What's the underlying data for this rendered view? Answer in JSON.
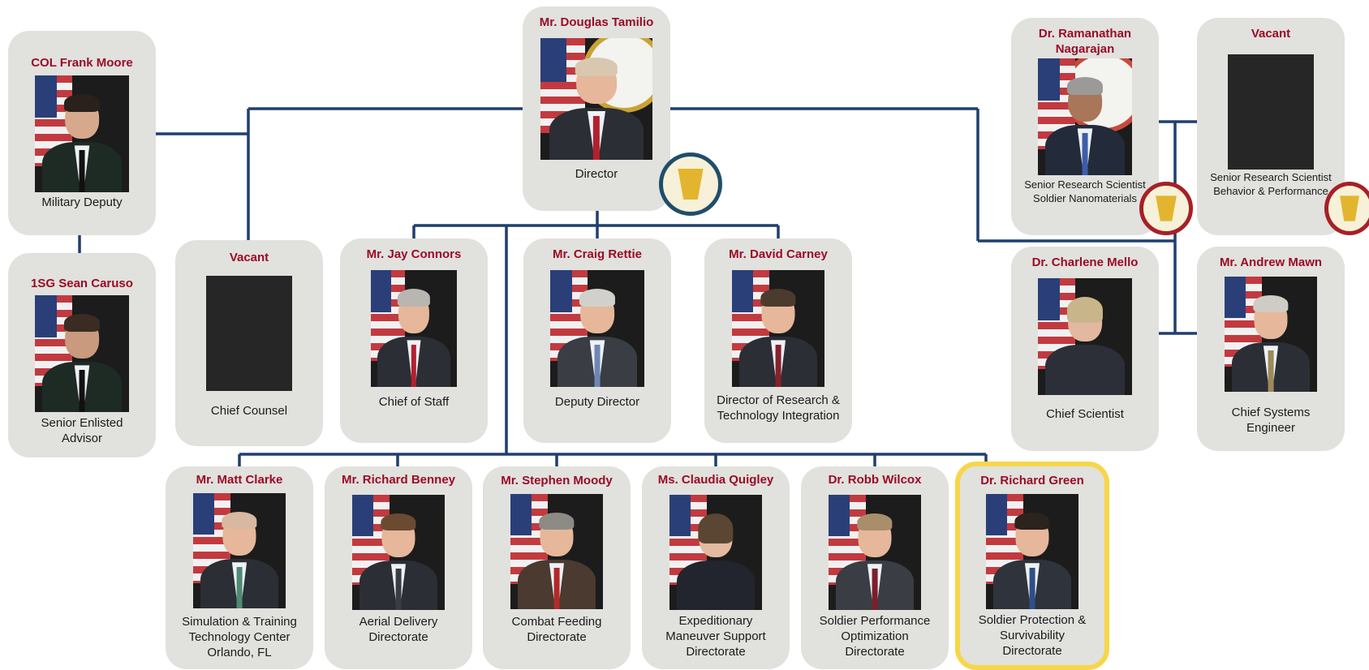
{
  "org_chart": {
    "director": {
      "name": "Mr. Douglas Tamilio",
      "title": "Director"
    },
    "military_deputy": {
      "name": "COL Frank Moore",
      "title": "Military Deputy"
    },
    "senior_enlisted_advisor": {
      "name": "1SG Sean Caruso",
      "title": "Senior Enlisted Advisor"
    },
    "staff": [
      {
        "name": "Vacant",
        "title": "Chief Counsel",
        "vacant": true
      },
      {
        "name": "Mr. Jay Connors",
        "title": "Chief of Staff"
      },
      {
        "name": "Mr. Craig Rettie",
        "title": "Deputy Director"
      },
      {
        "name": "Mr. David Carney",
        "title": "Director of Research & Technology Integration"
      }
    ],
    "scientists": [
      {
        "name": "Dr. Ramanathan Nagarajan",
        "title_line1": "Senior Research Scientist",
        "title_line2": "Soldier Nanomaterials"
      },
      {
        "name": "Vacant",
        "title_line1": "Senior Research Scientist",
        "title_line2": "Behavior & Performance",
        "vacant": true
      },
      {
        "name": "Dr. Charlene Mello",
        "title_line1": "Chief Scientist",
        "title_line2": ""
      },
      {
        "name": "Mr. Andrew Mawn",
        "title_line1": "Chief Systems Engineer",
        "title_line2": ""
      }
    ],
    "directorates": [
      {
        "name": "Mr. Matt Clarke",
        "title": "Simulation & Training Technology Center Orlando, FL"
      },
      {
        "name": "Mr. Richard Benney",
        "title": "Aerial Delivery Directorate"
      },
      {
        "name": "Mr. Stephen Moody",
        "title": "Combat Feeding Directorate"
      },
      {
        "name": "Ms. Claudia Quigley",
        "title": "Expeditionary Maneuver Support Directorate"
      },
      {
        "name": "Dr. Robb Wilcox",
        "title": "Soldier Performance Optimization Directorate"
      },
      {
        "name": "Dr. Richard Green",
        "title": "Soldier Protection & Survivability Directorate",
        "highlighted": true
      }
    ],
    "colors": {
      "card_background": "#e1e1de",
      "name_text": "#9b0b25",
      "connector": "#1f3f6e",
      "highlight_border": "#f7d648",
      "insignia_gold": "#e3b52f"
    },
    "icons": [
      "army-seal-icon",
      "portrait-photo"
    ]
  }
}
